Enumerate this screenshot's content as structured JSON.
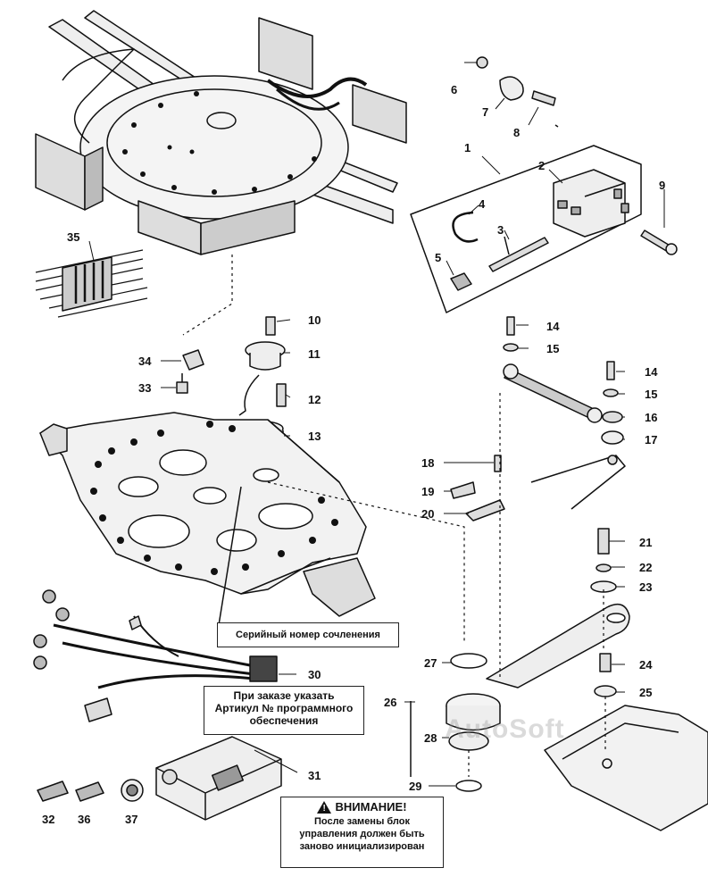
{
  "part_numbers": [
    "1",
    "2",
    "3",
    "4",
    "5",
    "6",
    "7",
    "8",
    "9",
    "10",
    "11",
    "12",
    "13",
    "14",
    "15",
    "14",
    "15",
    "16",
    "17",
    "18",
    "19",
    "20",
    "21",
    "22",
    "23",
    "24",
    "25",
    "26",
    "27",
    "28",
    "29",
    "30",
    "31",
    "32",
    "33",
    "34",
    "35",
    "36",
    "37"
  ],
  "notes": {
    "serial": "Серийный номер сочленения",
    "order_line1": "При заказе указать",
    "order_line2": "Артикул № программного",
    "order_line3": "обеспечения",
    "warning_title": "ВНИМАНИЕ!",
    "warning_line1": "После замены блок",
    "warning_line2": "управления должен быть",
    "warning_line3": "заново инициализирован"
  },
  "watermark": "AutoSoft"
}
